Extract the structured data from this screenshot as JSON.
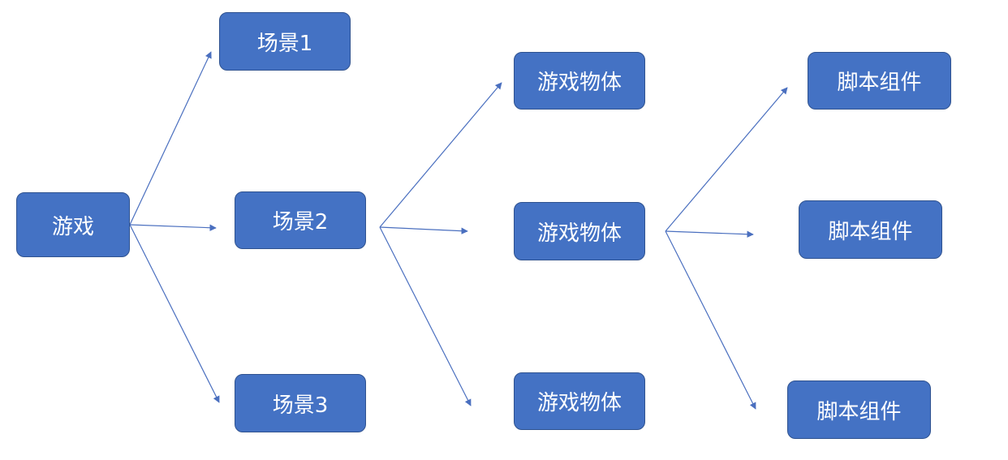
{
  "diagram": {
    "root": {
      "label": "游戏"
    },
    "scenes": [
      {
        "label": "场景1"
      },
      {
        "label": "场景2"
      },
      {
        "label": "场景3"
      }
    ],
    "game_objects": [
      {
        "label": "游戏物体"
      },
      {
        "label": "游戏物体"
      },
      {
        "label": "游戏物体"
      }
    ],
    "components": [
      {
        "label": "脚本组件"
      },
      {
        "label": "脚本组件"
      },
      {
        "label": "脚本组件"
      }
    ],
    "colors": {
      "node_fill": "#4472c4",
      "node_border": "#2f528f",
      "node_text": "#ffffff",
      "arrow": "#4a6fbf"
    }
  }
}
